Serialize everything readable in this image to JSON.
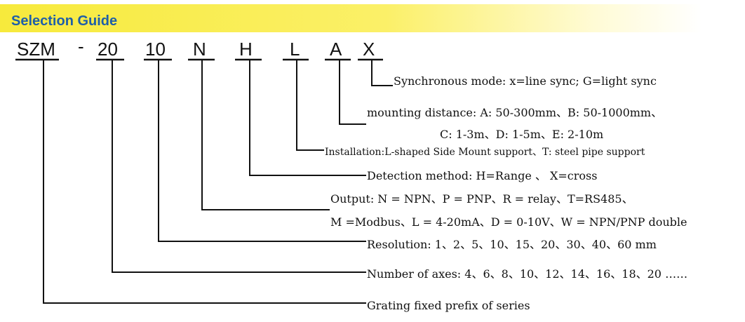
{
  "header": {
    "title": "Selection Guide"
  },
  "code": {
    "prefix": "SZM",
    "dash": "-",
    "axes": "20",
    "resolution": "10",
    "output": "N",
    "detection": "H",
    "installation": "L",
    "distance": "A",
    "sync": "X"
  },
  "descriptions": {
    "sync": "Synchronous mode: x=line sync; G=light sync",
    "distance_1": "mounting distance: A: 50-300mm、B: 50-1000mm、",
    "distance_2": "C: 1-3m、D: 1-5m、E: 2-10m",
    "installation": "Installation:L-shaped Side Mount support、T: steel pipe support",
    "detection": "Detection method: H=Range 、 X=cross",
    "output_1": "Output: N = NPN、P = PNP、R = relay、T=RS485、",
    "output_2": "M =Modbus、L = 4-20mA、D = 0-10V、W = NPN/PNP double",
    "resolution": "Resolution: 1、2、5、10、15、20、30、40、60 mm",
    "axes": "Number of axes: 4、6、8、10、12、14、16、18、20 ……",
    "prefix": "Grating fixed prefix of series"
  }
}
